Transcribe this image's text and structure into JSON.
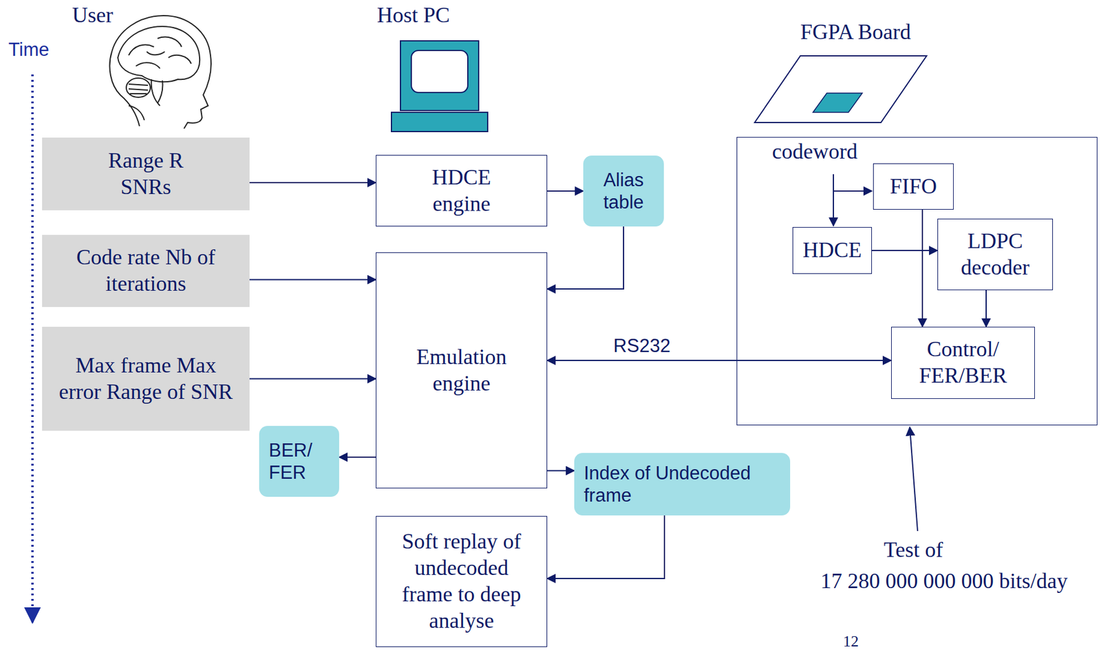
{
  "diagram": {
    "nodes": [
      {
        "text": [
          "Range R SNRs"
        ]
      },
      {
        "text": [
          "HDCE engine"
        ]
      },
      {
        "text": [
          "Alias table"
        ]
      },
      {
        "text": [
          "Code rate Nb of iterations"
        ]
      },
      {
        "text": [
          "Emulation engine"
        ]
      },
      {
        "text": [
          "Max frame Max error Range of SNR"
        ]
      },
      {
        "text": [
          "BER/ FER"
        ]
      },
      {
        "text": [
          "Index of Undecoded frame"
        ]
      },
      {
        "text": [
          "Soft replay of undecoded frame to deep analyse"
        ]
      },
      {
        "text": [
          "codeword"
        ]
      },
      {
        "text": [
          "FIFO"
        ],
        "in": 9
      },
      {
        "text": [
          "HDCE"
        ],
        "in": 9
      },
      {
        "text": [
          "LDPC decoder"
        ],
        "in": 9
      },
      {
        "text": [
          "Control/ FER/BER"
        ],
        "in": 9
      }
    ],
    "edges": [
      {
        "from": 0,
        "to": 1,
        "arrow": "to"
      },
      {
        "from": 1,
        "to": 2,
        "arrow": "to"
      },
      {
        "from": 2,
        "to": 4,
        "arrow": "to"
      },
      {
        "from": 3,
        "to": 4,
        "arrow": "to"
      },
      {
        "from": 5,
        "to": 4,
        "arrow": "to"
      },
      {
        "from": 4,
        "to": 6,
        "arrow": "to"
      },
      {
        "from": 4,
        "to": 7,
        "arrow": "to"
      },
      {
        "from": 7,
        "to": 8,
        "arrow": "to"
      },
      {
        "from": 4,
        "to": 13,
        "label": "RS232",
        "arrow": "both"
      },
      {
        "from": 11,
        "to": 12,
        "arrow": "to"
      },
      {
        "from": 10,
        "to": 13,
        "arrow": "to"
      },
      {
        "from": 12,
        "to": 13,
        "arrow": "to"
      }
    ],
    "labels": [
      "User",
      "Time",
      "Host PC",
      "FGPA Board",
      "Test of",
      "17 280 000 000 000 bits/day",
      "12"
    ]
  }
}
